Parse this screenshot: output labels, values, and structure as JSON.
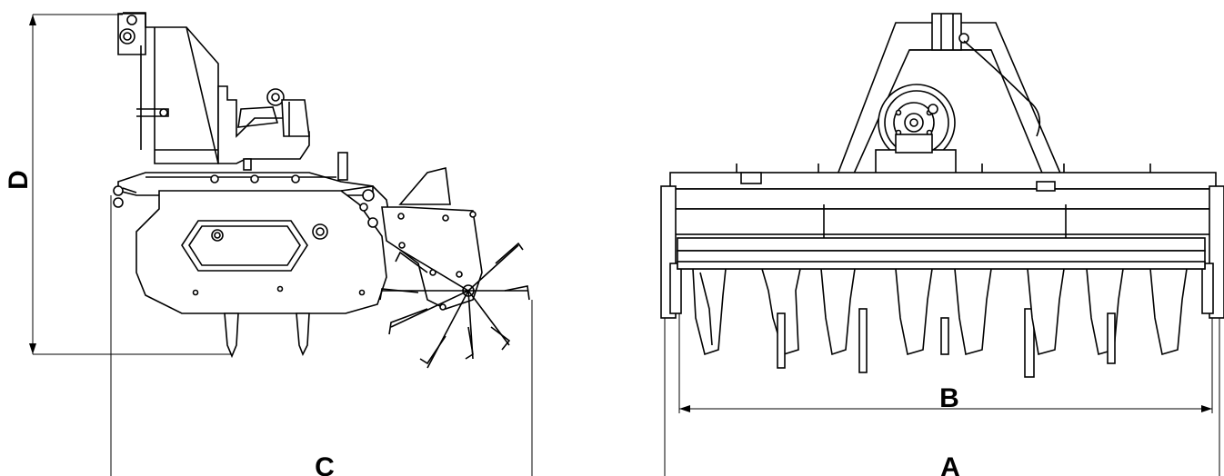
{
  "dimensions": {
    "a": "A",
    "b": "B",
    "c": "C",
    "d": "D"
  }
}
